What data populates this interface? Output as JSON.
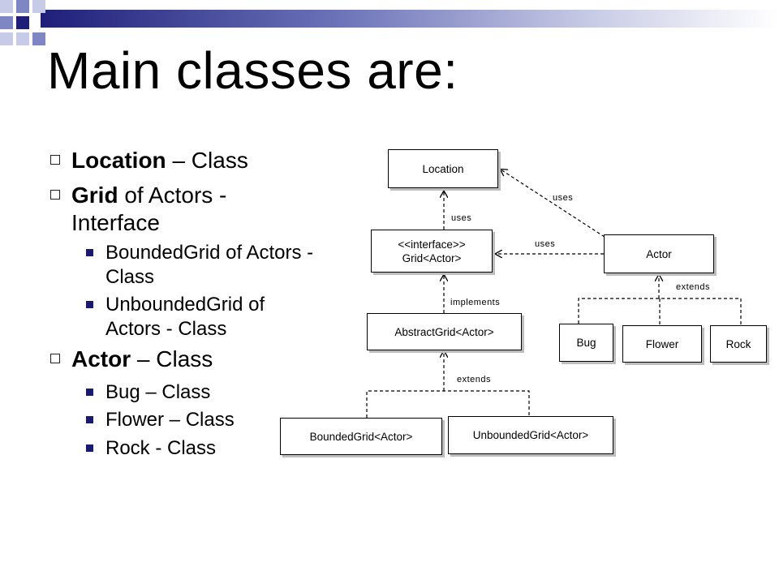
{
  "slide": {
    "title": "Main classes are:",
    "bullets": [
      {
        "bold": "Location",
        "rest": " – Class"
      },
      {
        "bold": "Grid",
        "rest": " of Actors - Interface"
      },
      {
        "bold": "Actor",
        "rest": " – Class"
      }
    ],
    "grid_subitems": [
      "BoundedGrid of Actors - Class",
      "UnboundedGrid of Actors - Class"
    ],
    "actor_subitems": [
      "Bug – Class",
      "Flower – Class",
      "Rock - Class"
    ]
  },
  "diagram": {
    "nodes": {
      "location": "Location",
      "grid_line1": "<<interface>>",
      "grid_line2": "Grid<Actor>",
      "actor": "Actor",
      "abstractgrid": "AbstractGrid<Actor>",
      "bug": "Bug",
      "flower": "Flower",
      "rock": "Rock",
      "boundedgrid": "BoundedGrid<Actor>",
      "unboundedgrid": "UnboundedGrid<Actor>"
    },
    "edge_labels": {
      "grid_uses_location": "uses",
      "actor_uses_location": "uses",
      "actor_uses_grid": "uses",
      "abstract_implements_grid": "implements",
      "subclasses_extend_abstract": "extends",
      "subclasses_extend_actor": "extends"
    }
  },
  "colors": {
    "deco_navy": "#1f1f7a",
    "deco_mid": "#7f86c4",
    "deco_light": "#c7cbe8",
    "bullet_square": "#1a1a6e"
  }
}
